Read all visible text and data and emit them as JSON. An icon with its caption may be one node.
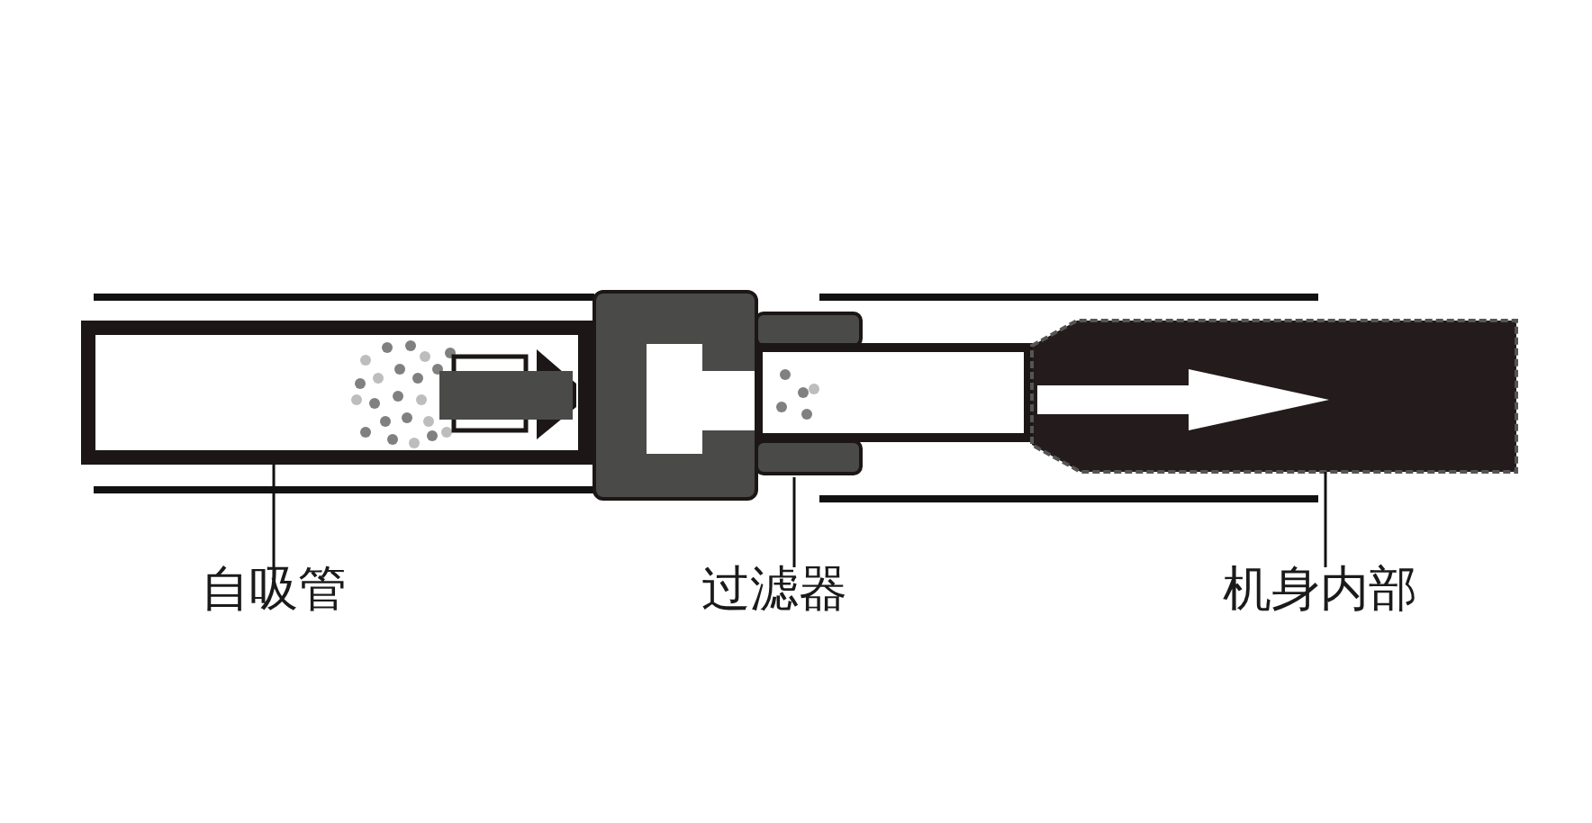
{
  "diagram": {
    "nodes": [
      {
        "text": [
          "自吸管"
        ]
      },
      {
        "text": [
          "过滤器"
        ]
      },
      {
        "text": [
          "机身内部"
        ]
      },
      {
        "text": [],
        "shape": "box"
      },
      {
        "text": [],
        "shape": "box"
      },
      {
        "text": [],
        "shape": "box"
      }
    ],
    "edges": [
      {
        "from": 0,
        "to": 3,
        "arrow": "none"
      },
      {
        "from": 1,
        "to": 4,
        "arrow": "none"
      },
      {
        "from": 2,
        "to": 5,
        "arrow": "none"
      }
    ]
  }
}
